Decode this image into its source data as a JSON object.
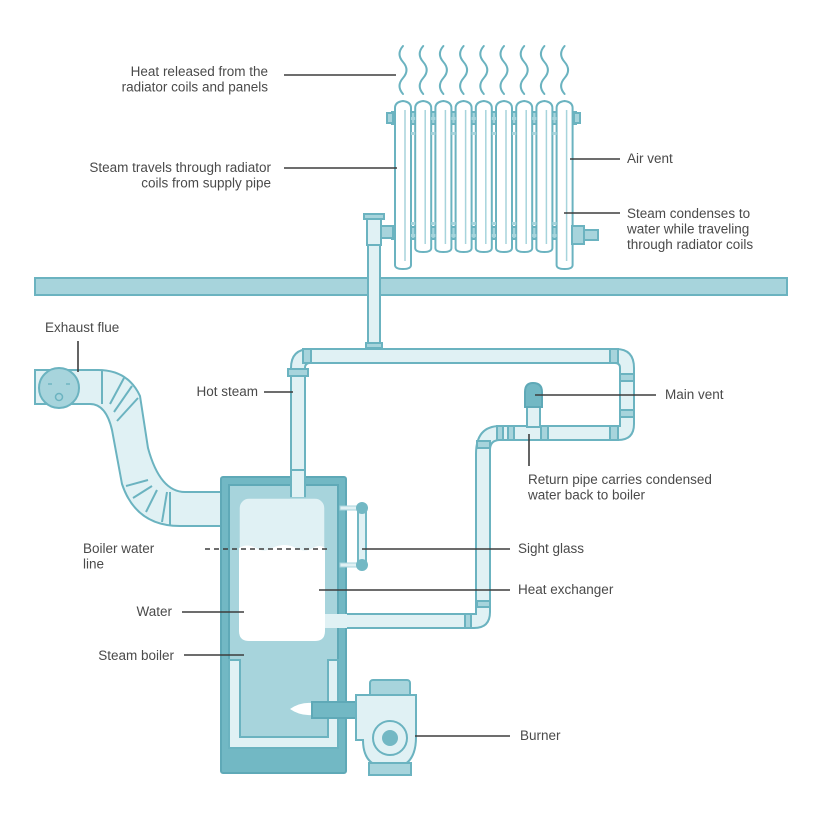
{
  "title": "Steam boiler heating system",
  "colors": {
    "outline": "#6bb3c0",
    "light_fill": "#e0f1f4",
    "mid_fill": "#a7d4dc",
    "dark_fill": "#72b8c4",
    "label_text": "#4a4a4a",
    "leader_line": "#3d3d3d"
  },
  "labels": {
    "heat_released": [
      "Heat released from the",
      "radiator coils and panels"
    ],
    "steam_travels": [
      "Steam travels through radiator",
      "coils from supply pipe"
    ],
    "air_vent": [
      "Air vent"
    ],
    "steam_condenses": [
      "Steam condenses to",
      "water while traveling",
      "through radiator coils"
    ],
    "exhaust_flue": [
      "Exhaust flue"
    ],
    "hot_steam": [
      "Hot steam"
    ],
    "main_vent": [
      "Main vent"
    ],
    "return_pipe": [
      "Return pipe carries condensed",
      "water back to boiler"
    ],
    "boiler_water_line": [
      "Boiler water",
      "line"
    ],
    "sight_glass": [
      "Sight glass"
    ],
    "heat_exchanger": [
      "Heat exchanger"
    ],
    "water": [
      "Water"
    ],
    "steam_boiler": [
      "Steam boiler"
    ],
    "burner": [
      "Burner"
    ]
  },
  "radiator": {
    "section_count": 9,
    "heat_wave_count": 9
  }
}
